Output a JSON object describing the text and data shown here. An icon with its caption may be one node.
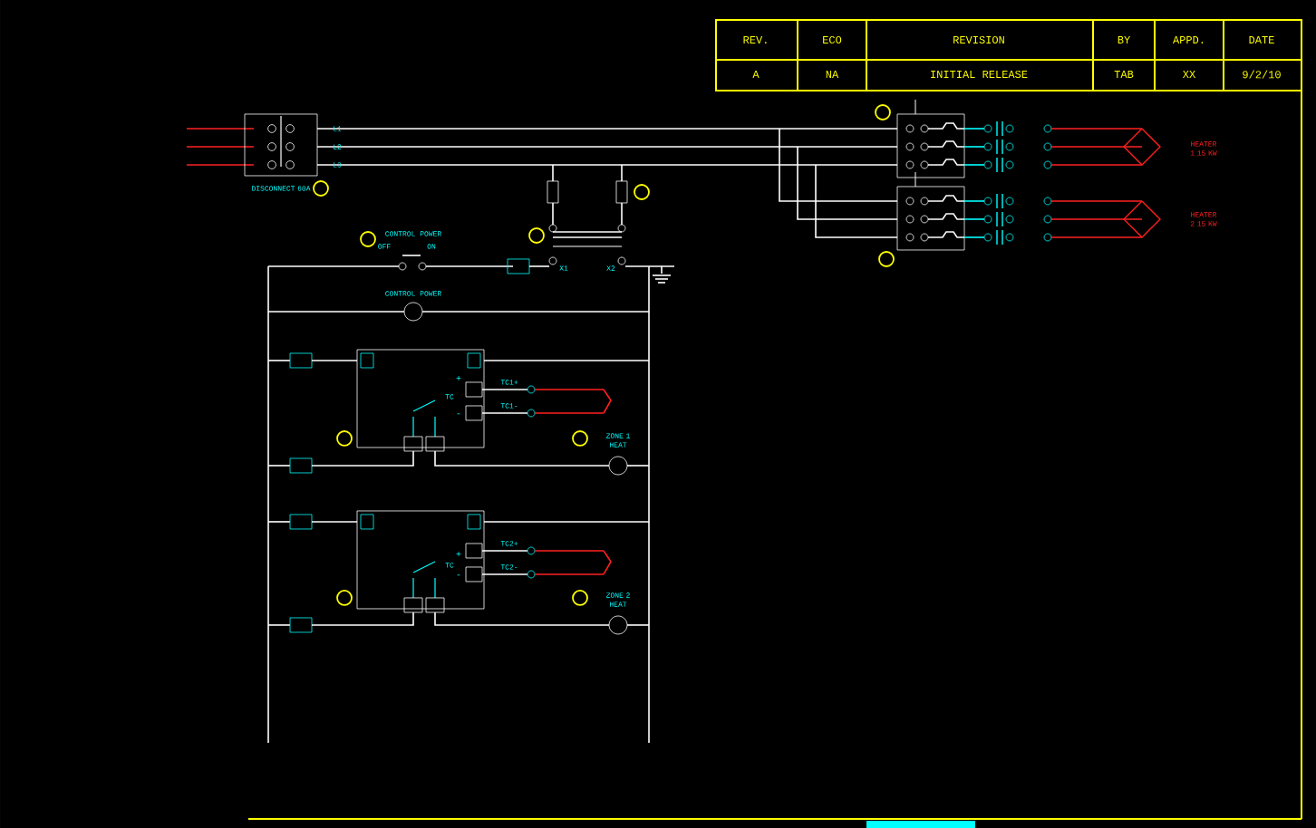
{
  "diagram": {
    "labels": [
      "REV.",
      "ECO",
      "REVISION",
      "BY",
      "APPD.",
      "DATE",
      "A",
      "NA",
      "INITIAL RELEASE",
      "TAB",
      "XX",
      "9/2/10",
      "L1",
      "L2",
      "L3",
      "DISCONNECT 60A",
      "OFF",
      "ON",
      "CONTROL POWER",
      "X1",
      "X2",
      "CONTROL POWER",
      "HEATER 1 15 KW",
      "HEATER 2 15 KW",
      "+",
      "-",
      "TC",
      "TC1+",
      "TC1-",
      "ZONE 1 HEAT",
      "+",
      "-",
      "TC",
      "TC2+",
      "TC2-",
      "ZONE 2 HEAT"
    ]
  }
}
